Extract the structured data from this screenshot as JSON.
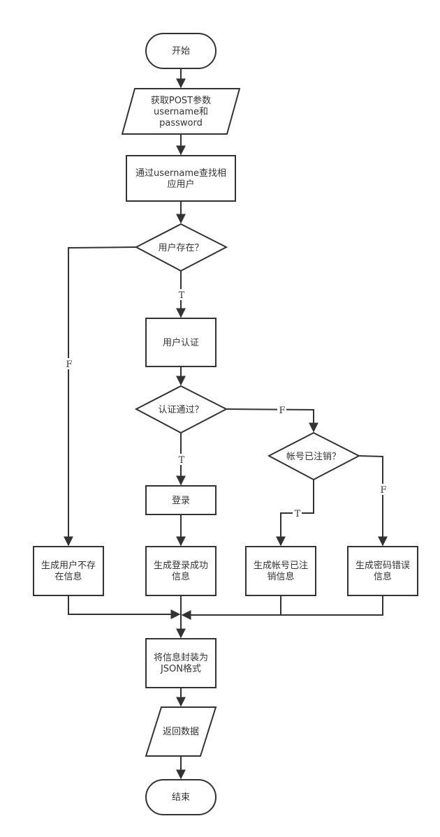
{
  "diagram": {
    "nodes": {
      "start": "开始",
      "get_post": [
        "获取POST参数",
        "username和",
        "password"
      ],
      "find_user": [
        "通过username查找相",
        "应用户"
      ],
      "user_exists": "用户存在？",
      "auth": "用户认证",
      "auth_pass": "认证通过？",
      "account_cancelled": "帐号已注销？",
      "login": "登录",
      "gen_not_exist": [
        "生成用户不存",
        "在信息"
      ],
      "gen_login_success": [
        "生成登录成功",
        "信息"
      ],
      "gen_cancelled": [
        "生成帐号已注",
        "销信息"
      ],
      "gen_pwd_error": [
        "生成密码错误",
        "信息"
      ],
      "wrap_json": [
        "将信息封装为",
        "JSON格式"
      ],
      "return_data": "返回数据",
      "end": "结束"
    },
    "edge_labels": {
      "exists_true": "T",
      "exists_false": "F",
      "auth_true": "T",
      "auth_false": "F",
      "cancelled_true": "T",
      "cancelled_false": "F"
    }
  }
}
